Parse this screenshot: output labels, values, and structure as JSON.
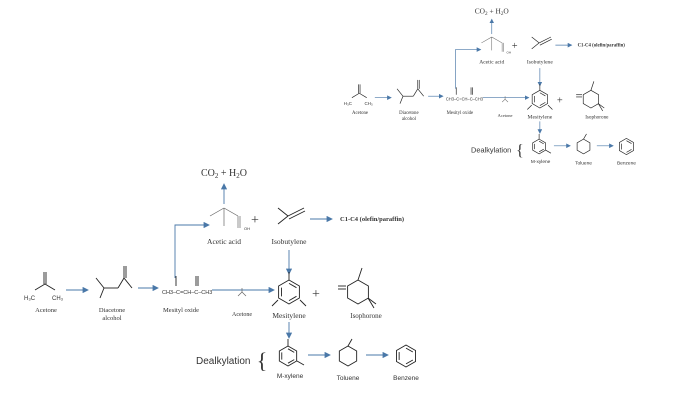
{
  "labels": {
    "co2_h2o": "CO2 + H2O",
    "acetic_acid": "Acetic acid",
    "isobutylene": "Isobutylene",
    "c1c4": "C1-C4 (olefin/paraffin)",
    "acetone": "Acetone",
    "diacetone_alcohol": [
      "Diacetone",
      "alcohol"
    ],
    "mesityl_oxide": "Mesityl oxide",
    "acetone_small": "Acetone",
    "mesitylene": "Mesitylene",
    "isophorone": "Isophorone",
    "dealkylation": "Dealkylation",
    "m_xylene": "M-xylene",
    "toluene": "Toluene",
    "benzene": "Benzene",
    "plus": "+",
    "brace": "{"
  },
  "formulas": {
    "acetone_struct": "H3C–C–CH3",
    "mesityl_chain": "CH3–C=CH–C–CH3"
  },
  "colors": {
    "arrow": "#4a78a8",
    "bond": "#222222"
  }
}
